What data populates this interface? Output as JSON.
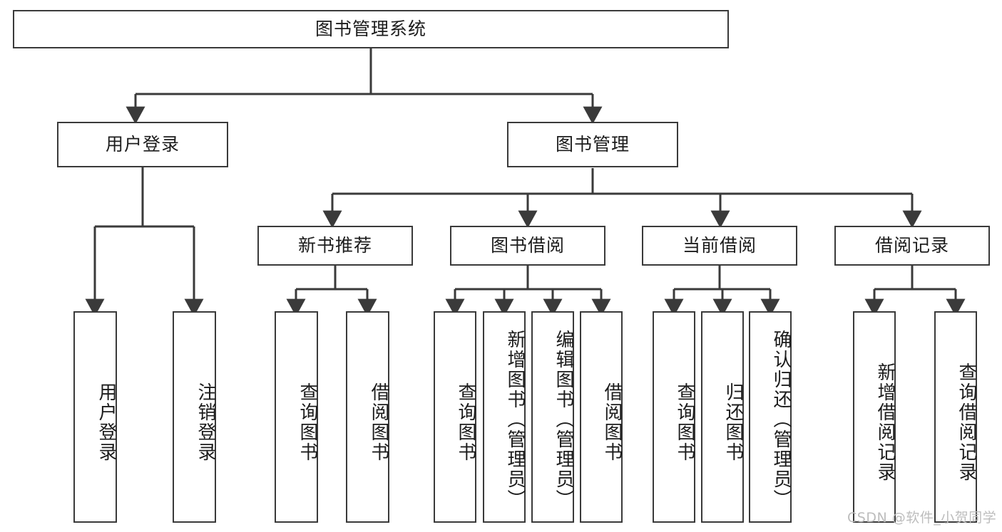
{
  "diagram": {
    "type": "tree-hierarchy-chart",
    "title": "图书管理系统",
    "stroke_color": "#3a3a3a",
    "fill_color": "#ffffff",
    "text_color": "#1c1c1c"
  },
  "root": {
    "label": "图书管理系统"
  },
  "level2": [
    {
      "label": "用户登录"
    },
    {
      "label": "图书管理"
    }
  ],
  "level3": [
    {
      "label": "新书推荐"
    },
    {
      "label": "图书借阅"
    },
    {
      "label": "当前借阅"
    },
    {
      "label": "借阅记录"
    }
  ],
  "leaves": {
    "user_login": [
      {
        "label": "用户登录"
      },
      {
        "label": "注销登录"
      }
    ],
    "new_book_recommend": [
      {
        "label": "查询图书"
      },
      {
        "label": "借阅图书"
      }
    ],
    "book_borrow": [
      {
        "label": "查询图书"
      },
      {
        "label": "新增图书（管理员）"
      },
      {
        "label": "编辑图书（管理员）"
      },
      {
        "label": "借阅图书"
      }
    ],
    "current_borrow": [
      {
        "label": "查询图书"
      },
      {
        "label": "归还图书"
      },
      {
        "label": "确认归还（管理员）"
      }
    ],
    "borrow_record": [
      {
        "label": "新增借阅记录"
      },
      {
        "label": "查询借阅记录"
      }
    ]
  },
  "watermark": {
    "text": "CSDN @软件_小贺同学"
  }
}
